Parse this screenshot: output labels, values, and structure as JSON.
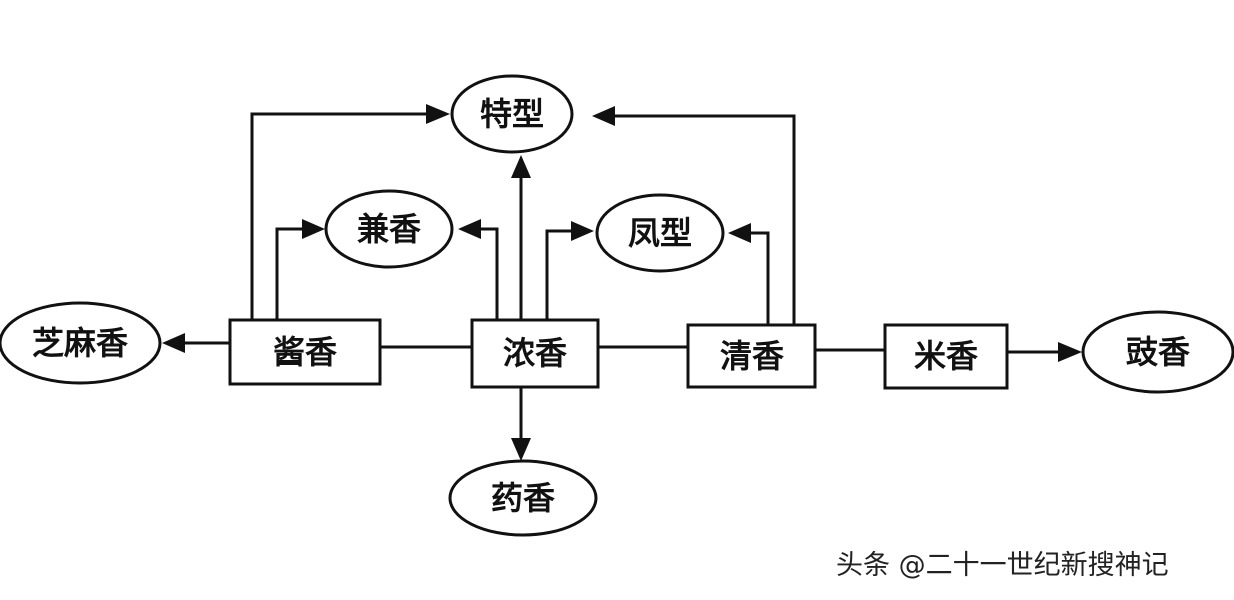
{
  "nodes": {
    "teixing": "特型",
    "jianxiang": "兼香",
    "fengxing": "凤型",
    "zhimaxiang": "芝麻香",
    "jiangxiang": "酱香",
    "nongxiang": "浓香",
    "qingxiang": "清香",
    "mixiang": "米香",
    "chixiang": "豉香",
    "yaoxiang": "药香"
  },
  "watermark": "头条 @二十一世纪新搜神记"
}
